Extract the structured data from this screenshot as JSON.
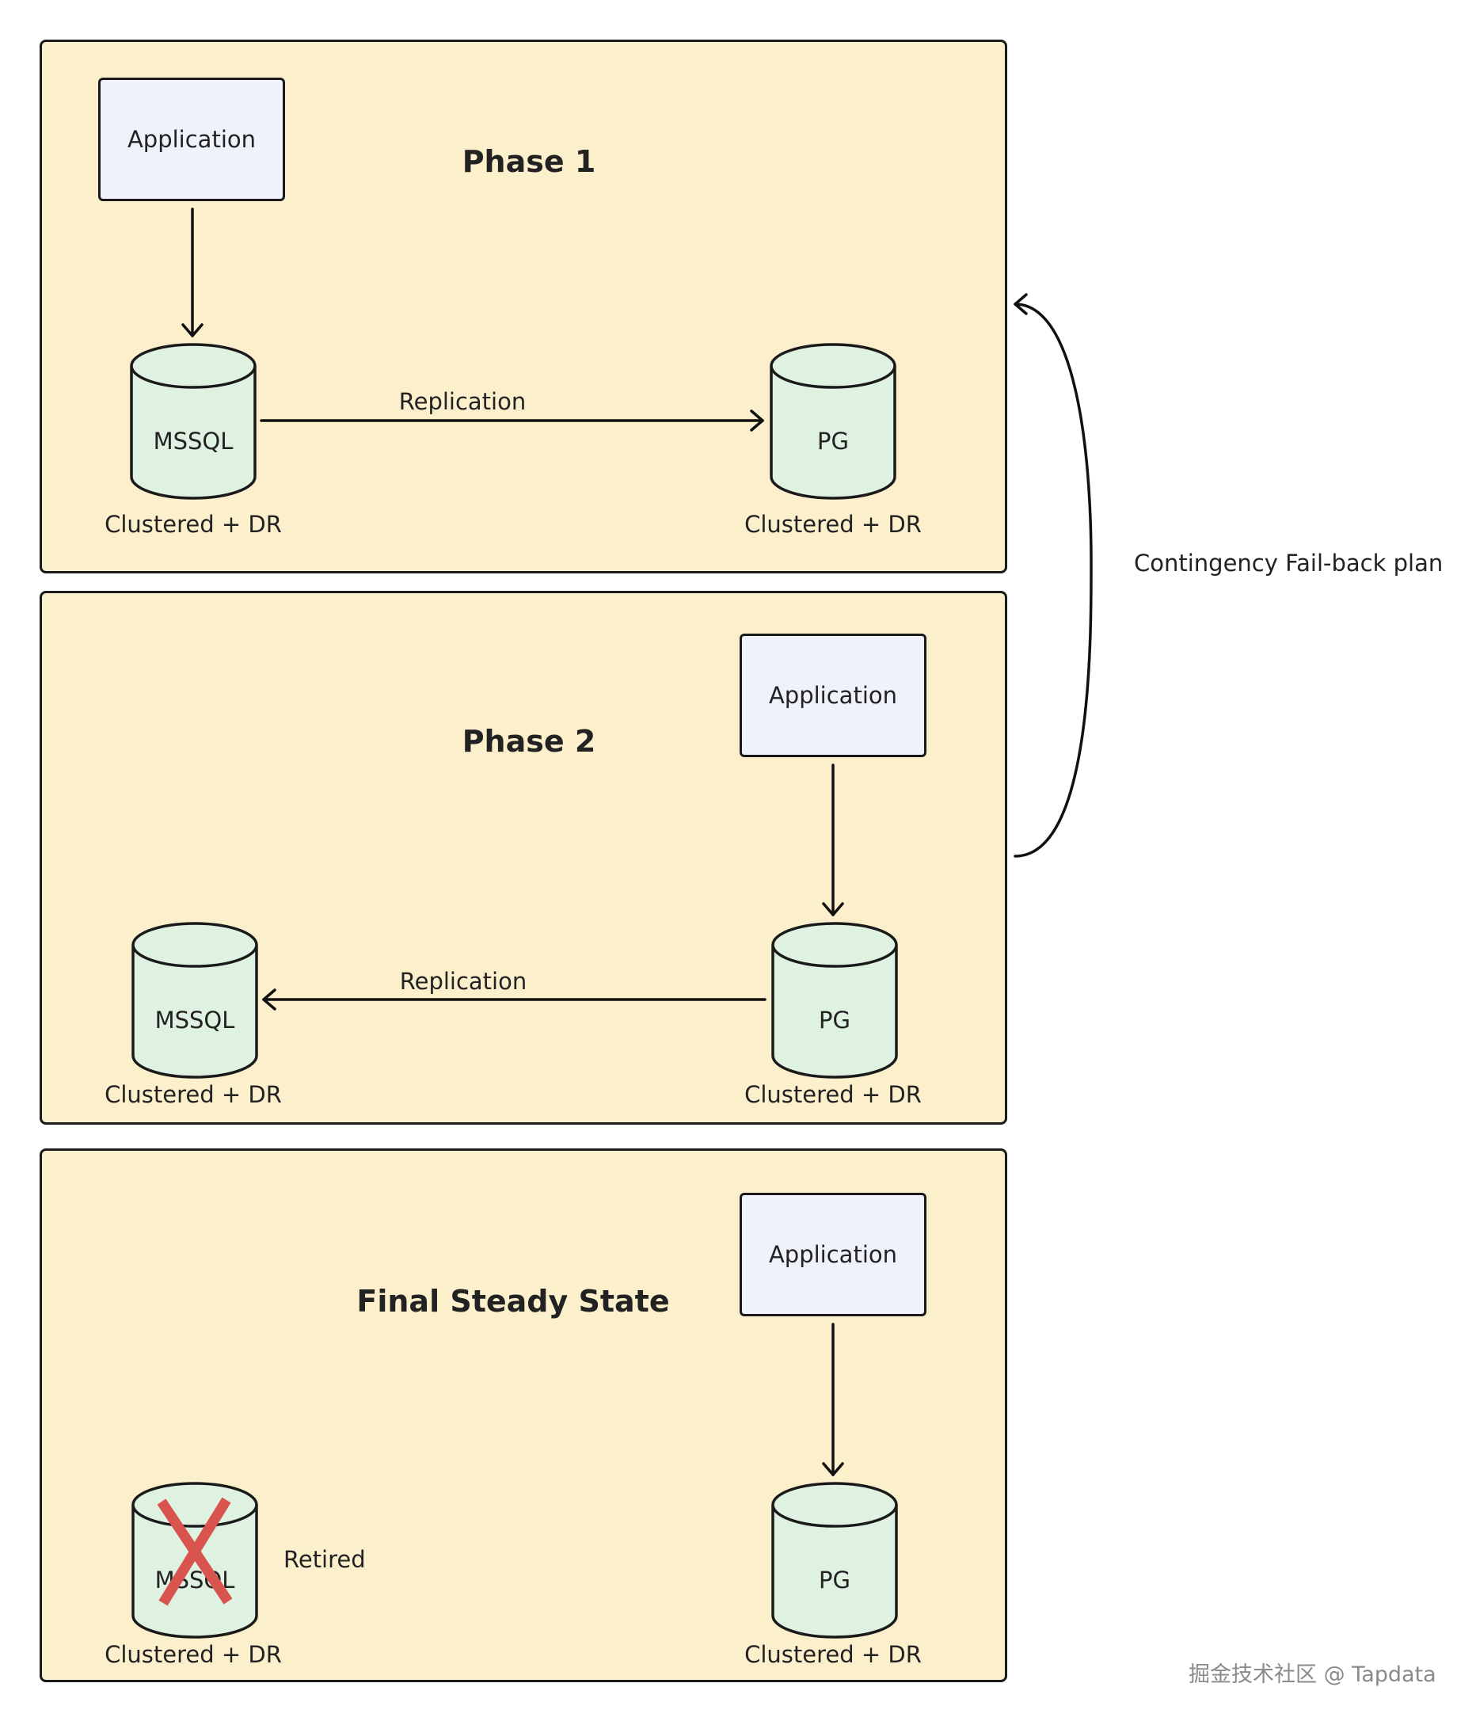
{
  "phase1": {
    "title": "Phase 1",
    "application": "Application",
    "source_db": "MSSQL",
    "source_caption": "Clustered + DR",
    "target_db": "PG",
    "target_caption": "Clustered + DR",
    "replication_label": "Replication"
  },
  "phase2": {
    "title": "Phase 2",
    "application": "Application",
    "source_db": "MSSQL",
    "source_caption": "Clustered + DR",
    "target_db": "PG",
    "target_caption": "Clustered + DR",
    "replication_label": "Replication"
  },
  "final": {
    "title": "Final Steady State",
    "application": "Application",
    "source_db": "MSSQL",
    "source_caption": "Clustered + DR",
    "retired_label": "Retired",
    "target_db": "PG",
    "target_caption": "Clustered + DR"
  },
  "contingency_label": "Contingency Fail-back plan",
  "watermark": "掘金技术社区 @ Tapdata",
  "colors": {
    "panel_fill": "#fcefcc",
    "app_fill": "#eff1fb",
    "db_fill": "#dff2e1",
    "outline": "#1a1a1a",
    "retired_mark": "#d9534f"
  }
}
